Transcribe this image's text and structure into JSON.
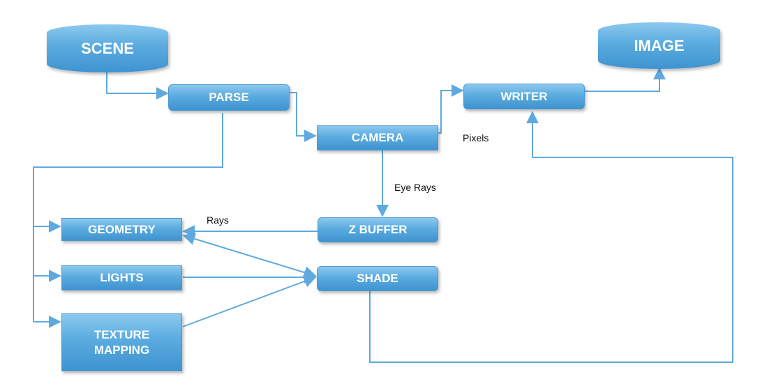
{
  "nodes": {
    "scene": "SCENE",
    "image": "IMAGE",
    "parse": "PARSE",
    "writer": "WRITER",
    "camera": "CAMERA",
    "geometry": "GEOMETRY",
    "z_buffer": "Z BUFFER",
    "lights": "LIGHTS",
    "shade": "SHADE",
    "texture_mapping": "TEXTURE\nMAPPING"
  },
  "edge_labels": {
    "pixels": "Pixels",
    "eye_rays": "Eye Rays",
    "rays": "Rays"
  },
  "colors": {
    "box_fill_top": "#8cc9ef",
    "box_fill_bottom": "#3f93cf",
    "connector": "#5fa9de",
    "label_text": "#ffffff"
  }
}
